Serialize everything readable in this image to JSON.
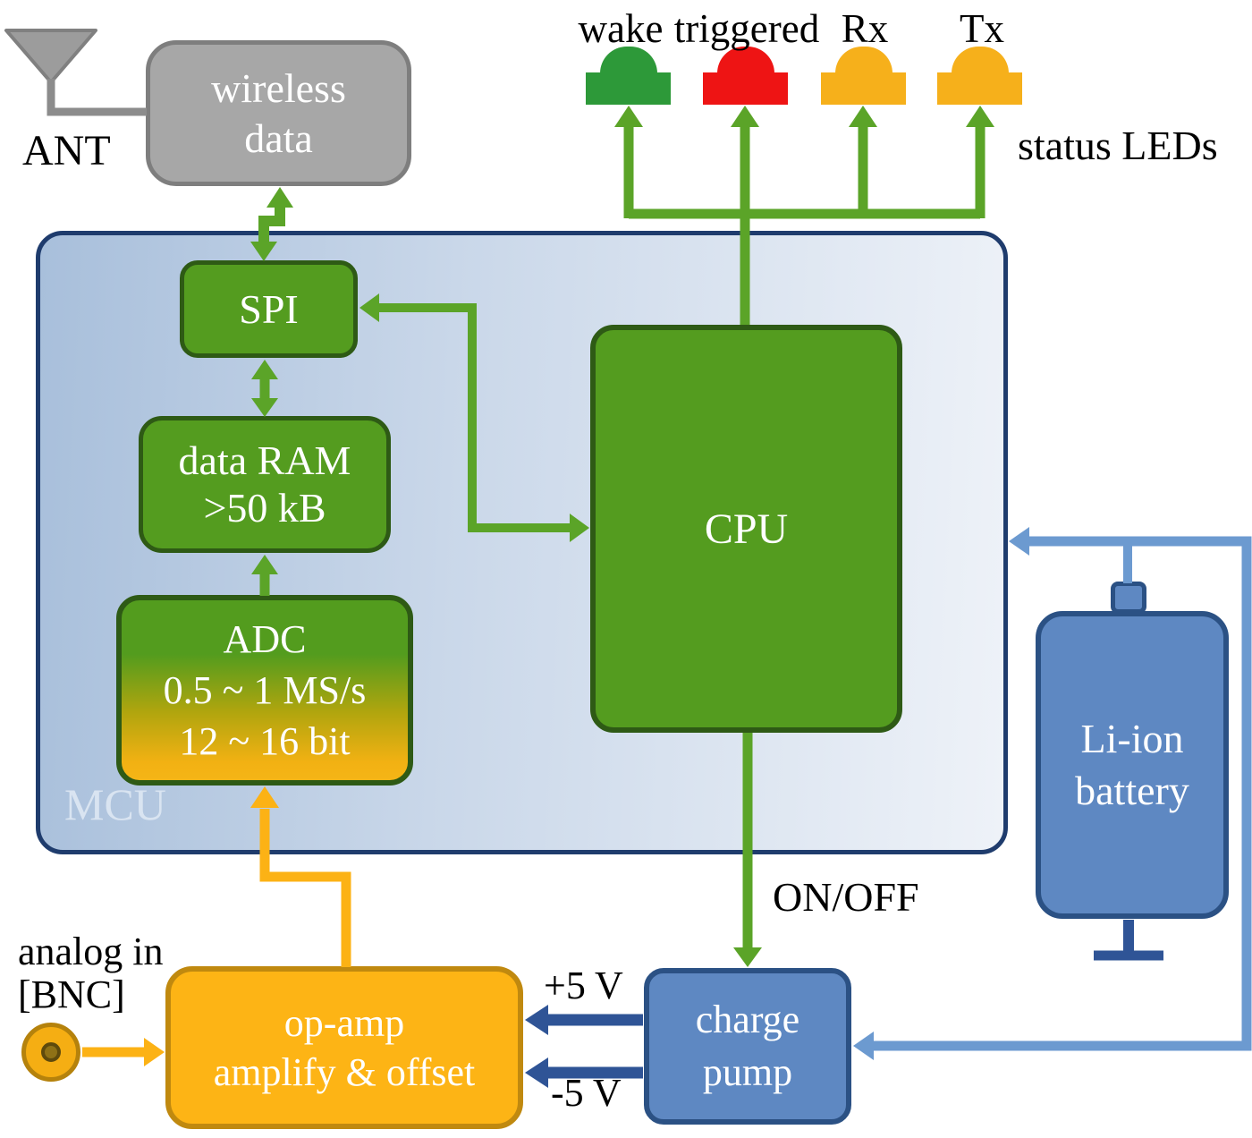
{
  "antenna": {
    "label": "ANT"
  },
  "wireless_data": {
    "line1": "wireless",
    "line2": "data"
  },
  "status_leds": {
    "caption": "status LEDs",
    "leds": [
      {
        "label": "wake",
        "color": "#2d9939"
      },
      {
        "label": "triggered",
        "color": "#ee1414"
      },
      {
        "label": "Rx",
        "color": "#f6b01b"
      },
      {
        "label": "Tx",
        "color": "#f6b01b"
      }
    ]
  },
  "mcu": {
    "label": "MCU",
    "spi": {
      "label": "SPI"
    },
    "data_ram": {
      "line1": "data RAM",
      "line2": ">50 kB"
    },
    "adc": {
      "line1": "ADC",
      "line2": "0.5 ~ 1 MS/s",
      "line3": "12 ~ 16 bit"
    },
    "cpu": {
      "label": "CPU"
    }
  },
  "battery": {
    "line1": "Li-ion",
    "line2": "battery"
  },
  "charge_pump": {
    "line1": "charge",
    "line2": "pump"
  },
  "op_amp": {
    "line1": "op-amp",
    "line2": "amplify & offset"
  },
  "analog_input": {
    "line1": "analog in",
    "line2": "[BNC]"
  },
  "signals": {
    "on_off": "ON/OFF",
    "plus5": "+5 V",
    "minus5": "-5 V"
  },
  "colors": {
    "block_green": "#549c1f",
    "block_green_border": "#2e5a15",
    "arrow_green": "#5ba428",
    "led_green": "#2d9939",
    "led_red": "#ee1414",
    "led_amber": "#f6b01b",
    "yellow_block": "#fdb415",
    "yellow_border": "#c0890f",
    "yellow_arrow": "#fcb215",
    "blue_block": "#5e88c2",
    "blue_border": "#2b5184",
    "light_blue_wire": "#6c9ad0",
    "navy_wire": "#2f5496",
    "mcu_border": "#1f3c6d",
    "gray_block": "#a7a7a7"
  }
}
